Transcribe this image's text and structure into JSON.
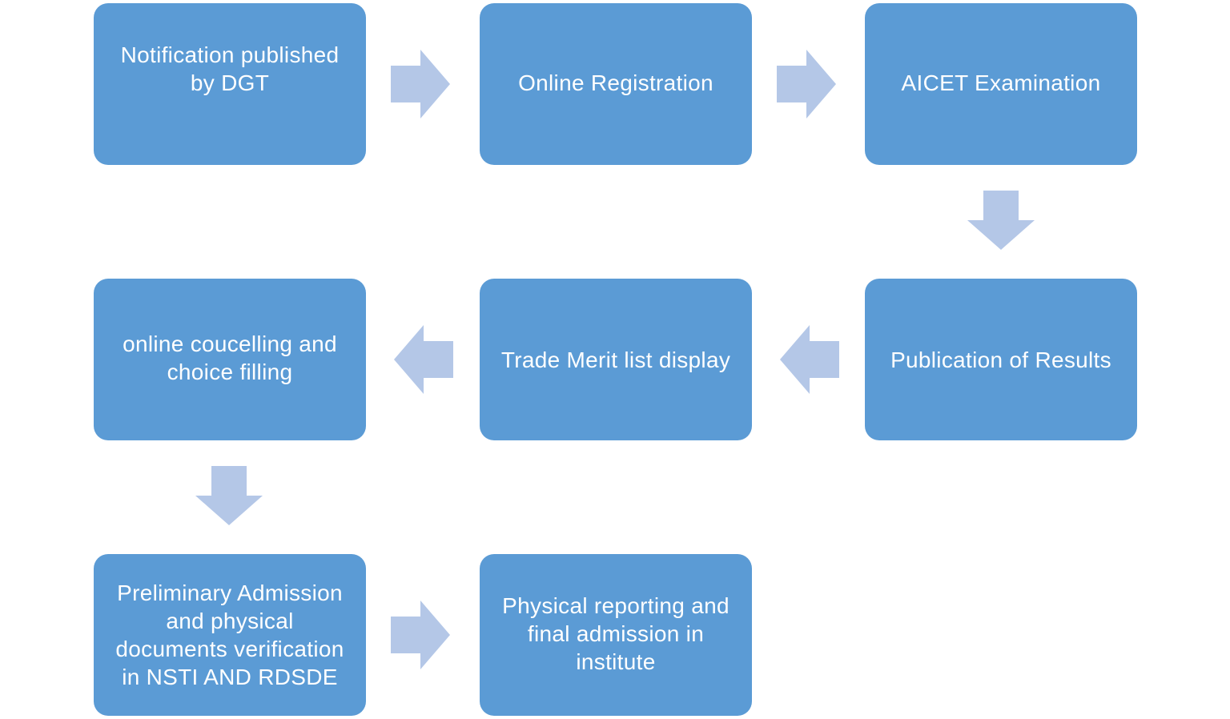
{
  "steps": [
    {
      "id": "notification",
      "label": "Notification published\nby DGT"
    },
    {
      "id": "registration",
      "label": "Online Registration"
    },
    {
      "id": "examination",
      "label": "AICET Examination"
    },
    {
      "id": "results",
      "label": "Publication of Results"
    },
    {
      "id": "merit-list",
      "label": "Trade Merit list display"
    },
    {
      "id": "counselling",
      "label": "online coucelling and\nchoice filling"
    },
    {
      "id": "preliminary-admission",
      "label": "Preliminary Admission\nand physical\ndocuments verification\nin NSTI AND RDSDE"
    },
    {
      "id": "final-admission",
      "label": "Physical reporting and\nfinal admission in\ninstitute"
    }
  ],
  "arrows": [
    {
      "from": "notification",
      "to": "registration",
      "direction": "right"
    },
    {
      "from": "registration",
      "to": "examination",
      "direction": "right"
    },
    {
      "from": "examination",
      "to": "results",
      "direction": "down"
    },
    {
      "from": "results",
      "to": "merit-list",
      "direction": "left"
    },
    {
      "from": "merit-list",
      "to": "counselling",
      "direction": "left"
    },
    {
      "from": "counselling",
      "to": "preliminary-admission",
      "direction": "down"
    },
    {
      "from": "preliminary-admission",
      "to": "final-admission",
      "direction": "right"
    }
  ],
  "colors": {
    "box_fill": "#5b9bd5",
    "box_text": "#ffffff",
    "arrow_fill": "#b4c7e7",
    "background": "#ffffff"
  }
}
